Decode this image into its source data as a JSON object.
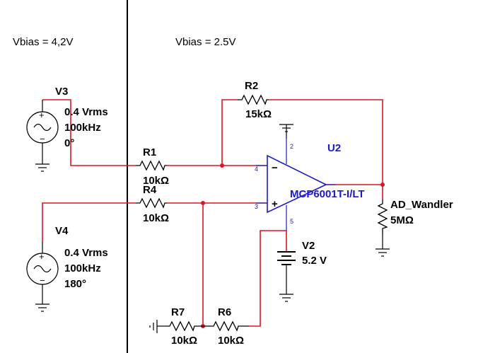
{
  "annotations": {
    "left_bias": "Vbias = 4,2V",
    "right_bias": "Vbias = 2.5V"
  },
  "sources": {
    "v3": {
      "name": "V3",
      "amplitude": "0.4 Vrms",
      "frequency": "100kHz",
      "phase": "0°"
    },
    "v4": {
      "name": "V4",
      "amplitude": "0.4 Vrms",
      "frequency": "100kHz",
      "phase": "180°"
    }
  },
  "dc_source": {
    "name": "V2",
    "value": "5.2 V"
  },
  "resistors": {
    "r1": {
      "name": "R1",
      "value": "10kΩ"
    },
    "r2": {
      "name": "R2",
      "value": "15kΩ"
    },
    "r4": {
      "name": "R4",
      "value": "10kΩ"
    },
    "r6": {
      "name": "R6",
      "value": "10kΩ"
    },
    "r7": {
      "name": "R7",
      "value": "10kΩ"
    }
  },
  "load": {
    "name": "AD_Wandler",
    "value": "5MΩ"
  },
  "opamp": {
    "ref": "U2",
    "part": "MCP6001T-I/LT",
    "pins": {
      "p2": "2",
      "p3": "3",
      "p4": "4",
      "p5": "5"
    },
    "minus_sign": "−",
    "plus_sign": "+"
  },
  "source_symbols": {
    "plus": "+",
    "minus": "−"
  },
  "colors": {
    "wire": "#e0141e",
    "component": "#000000",
    "opamp_blue": "#1a1acc",
    "background": "#ffffff"
  }
}
